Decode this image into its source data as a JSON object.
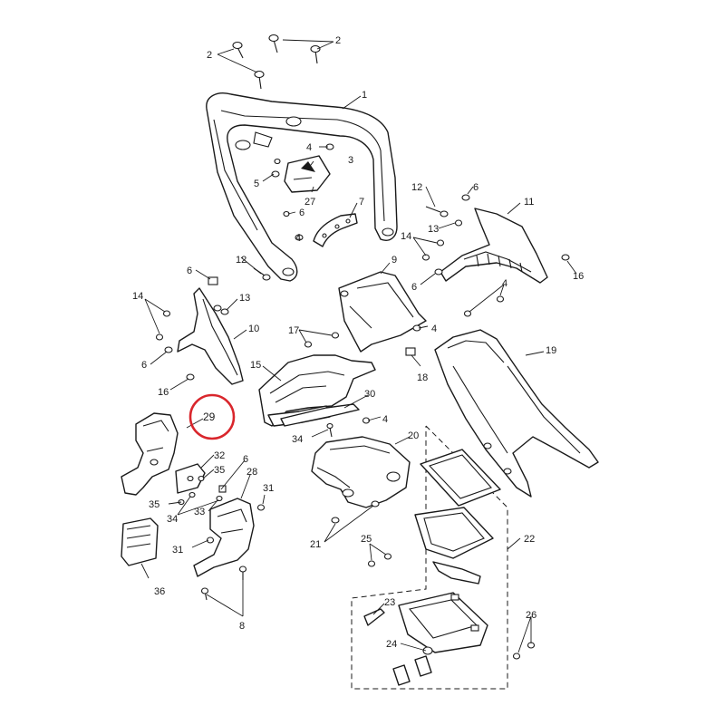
{
  "diagram": {
    "highlight_color": "#d9262c",
    "line_color": "#1a1a1a",
    "highlighted_callout": "29",
    "callouts": {
      "c1": "1",
      "c2a": "2",
      "c2b": "2",
      "c3": "3",
      "c4a": "4",
      "c4b": "4",
      "c4c": "4",
      "c4d": "4",
      "c4e": "4",
      "c5": "5",
      "c6a": "6",
      "c6b": "6",
      "c6c": "6",
      "c6d": "6",
      "c6e": "6",
      "c6f": "6",
      "c7": "7",
      "c8": "8",
      "c9": "9",
      "c10": "10",
      "c11": "11",
      "c12a": "12",
      "c12b": "12",
      "c13a": "13",
      "c13b": "13",
      "c14a": "14",
      "c14b": "14",
      "c15": "15",
      "c16a": "16",
      "c16b": "16",
      "c17": "17",
      "c18": "18",
      "c19": "19",
      "c20": "20",
      "c21": "21",
      "c22": "22",
      "c23": "23",
      "c24": "24",
      "c25": "25",
      "c26": "26",
      "c27": "27",
      "c28": "28",
      "c30": "30",
      "c31a": "31",
      "c31b": "31",
      "c32": "32",
      "c33": "33",
      "c34a": "34",
      "c34b": "34",
      "c35a": "35",
      "c35b": "35",
      "c36": "36"
    }
  }
}
